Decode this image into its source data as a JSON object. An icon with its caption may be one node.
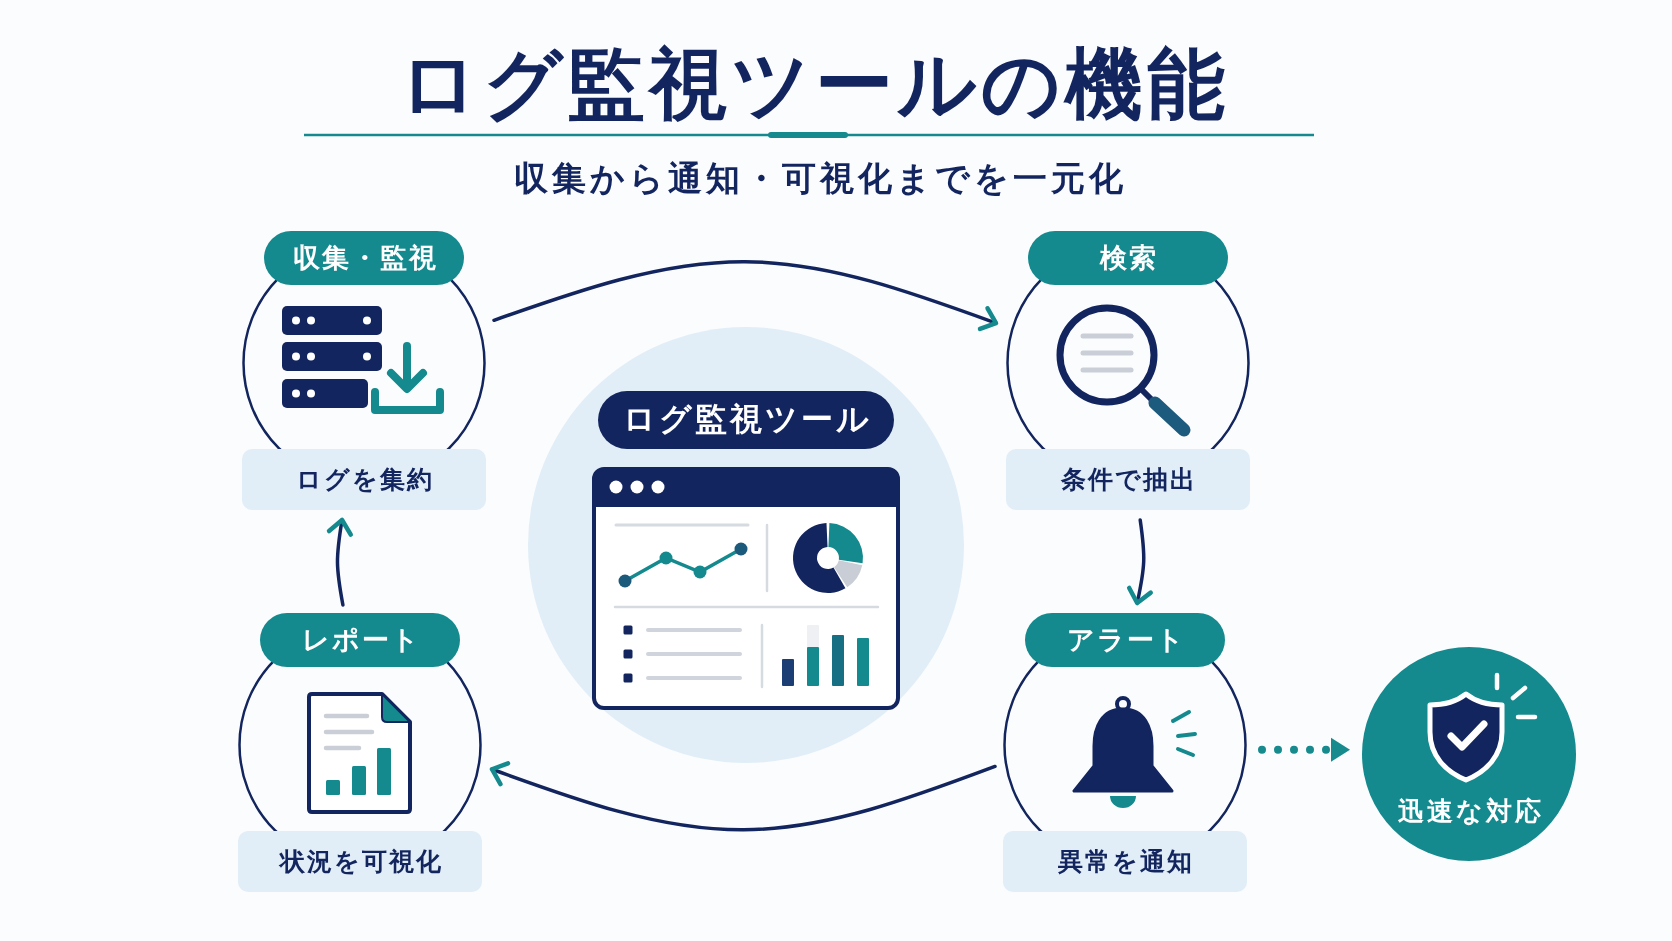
{
  "diagram": {
    "title": "ログ監視ツールの機能",
    "nodes": [
      {
        "text": [
          "収集・監視",
          "ログを集約"
        ]
      },
      {
        "text": [
          "検索",
          "条件で抽出"
        ]
      },
      {
        "text": [
          "ログ監視ツール"
        ]
      },
      {
        "text": [
          "レポート",
          "状況を可視化"
        ]
      },
      {
        "text": [
          "アラート",
          "異常を通知"
        ]
      },
      {
        "text": [
          "迅速な対応"
        ]
      }
    ],
    "edges": [
      {
        "from": 0,
        "to": 1,
        "arrow": "to"
      },
      {
        "from": 1,
        "to": 4,
        "arrow": "to"
      },
      {
        "from": 4,
        "to": 3,
        "arrow": "to"
      },
      {
        "from": 3,
        "to": 0,
        "arrow": "to"
      },
      {
        "from": 4,
        "to": 5,
        "arrow": "to",
        "style": "dashed",
        "color": "#178a8e"
      }
    ],
    "labels": [
      "収集から通知・可視化までを一元化"
    ]
  }
}
